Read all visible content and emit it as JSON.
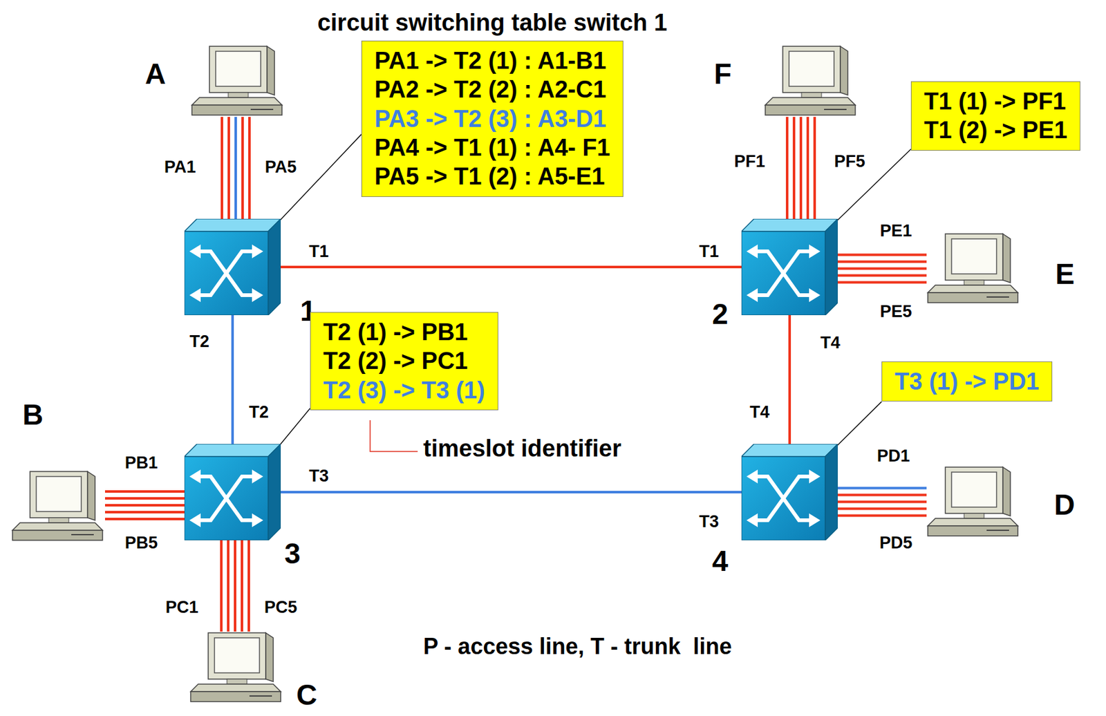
{
  "diagram": {
    "nodes": [
      {
        "text": [
          "circuit switching table switch 1",
          "PA1 -> T2 (1) : A1-B1",
          "PA2 -> T2 (2) : A2-C1",
          "PA3 -> T2 (3) : A3-D1",
          "PA4 -> T1 (1) : A4- F1",
          "PA5 -> T1 (2) : A5-E1"
        ]
      },
      {
        "text": [
          "A"
        ]
      },
      {
        "text": [
          "1"
        ]
      },
      {
        "text": [
          "F"
        ]
      },
      {
        "text": [
          "T1 (1) -> PF1",
          "T1 (2) -> PE1"
        ]
      },
      {
        "text": [
          "2"
        ]
      },
      {
        "text": [
          "E"
        ]
      },
      {
        "text": [
          "T2 (1) -> PB1",
          "T2 (2) -> PC1",
          "T2 (3) -> T3 (1)"
        ]
      },
      {
        "text": [
          "B"
        ]
      },
      {
        "text": [
          "3"
        ]
      },
      {
        "text": [
          "T3 (1) -> PD1"
        ]
      },
      {
        "text": [
          "4"
        ]
      },
      {
        "text": [
          "D"
        ]
      },
      {
        "text": [
          "C"
        ]
      }
    ],
    "edges": [
      {
        "from": 1,
        "to": 2,
        "arrow": "none"
      },
      {
        "from": 0,
        "to": 2,
        "arrow": "none"
      },
      {
        "from": 2,
        "to": 5,
        "arrow": "none"
      },
      {
        "from": 2,
        "to": 9,
        "arrow": "none"
      },
      {
        "from": 3,
        "to": 5,
        "arrow": "none"
      },
      {
        "from": 4,
        "to": 5,
        "arrow": "none"
      },
      {
        "from": 5,
        "to": 6,
        "arrow": "none"
      },
      {
        "from": 5,
        "to": 11,
        "arrow": "none"
      },
      {
        "from": 7,
        "to": 9,
        "arrow": "none"
      },
      {
        "from": 8,
        "to": 9,
        "arrow": "none"
      },
      {
        "from": 9,
        "to": 11,
        "arrow": "none"
      },
      {
        "from": 9,
        "to": 13,
        "arrow": "none"
      },
      {
        "from": 10,
        "to": 11,
        "arrow": "none"
      },
      {
        "from": 11,
        "to": 12,
        "arrow": "none"
      }
    ],
    "labels": [
      "PA1",
      "PA5",
      "T1",
      "T1",
      "T2",
      "T2",
      "PB1",
      "PB5",
      "T3",
      "T3",
      "PC1",
      "PC5",
      "PF1",
      "PF5",
      "PE1",
      "PE5",
      "T4",
      "T4",
      "PD1",
      "PD5",
      "timeslot identifier",
      "P - access line, T - trunk  line"
    ]
  }
}
